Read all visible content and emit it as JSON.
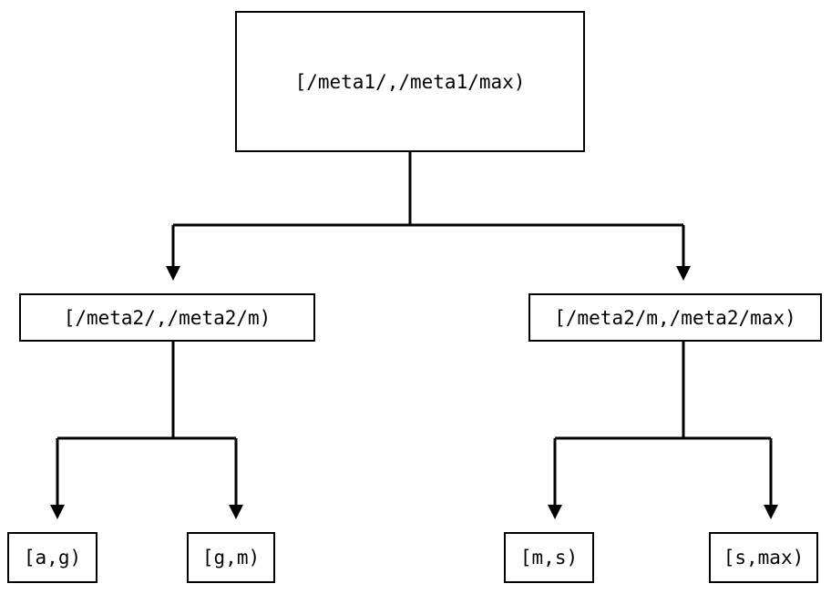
{
  "diagram": {
    "type": "tree",
    "title": "",
    "background_color": "#ffffff",
    "line_color": "#000000",
    "text_color": "#000000",
    "nodes": {
      "root": {
        "label": "[/meta1/,/meta1/max)"
      },
      "mid_left": {
        "label": "[/meta2/,/meta2/m)"
      },
      "mid_right": {
        "label": "[/meta2/m,/meta2/max)"
      },
      "leaf_1": {
        "label": "[a,g)"
      },
      "leaf_2": {
        "label": "[g,m)"
      },
      "leaf_3": {
        "label": "[m,s)"
      },
      "leaf_4": {
        "label": "[s,max)"
      }
    },
    "edges": [
      {
        "from": "root",
        "to": "mid_left",
        "arrow": "filled-triangle-down"
      },
      {
        "from": "root",
        "to": "mid_right",
        "arrow": "filled-triangle-down"
      },
      {
        "from": "mid_left",
        "to": "leaf_1",
        "arrow": "filled-triangle-down"
      },
      {
        "from": "mid_left",
        "to": "leaf_2",
        "arrow": "filled-triangle-down"
      },
      {
        "from": "mid_right",
        "to": "leaf_3",
        "arrow": "filled-triangle-down"
      },
      {
        "from": "mid_right",
        "to": "leaf_4",
        "arrow": "filled-triangle-down"
      }
    ]
  }
}
